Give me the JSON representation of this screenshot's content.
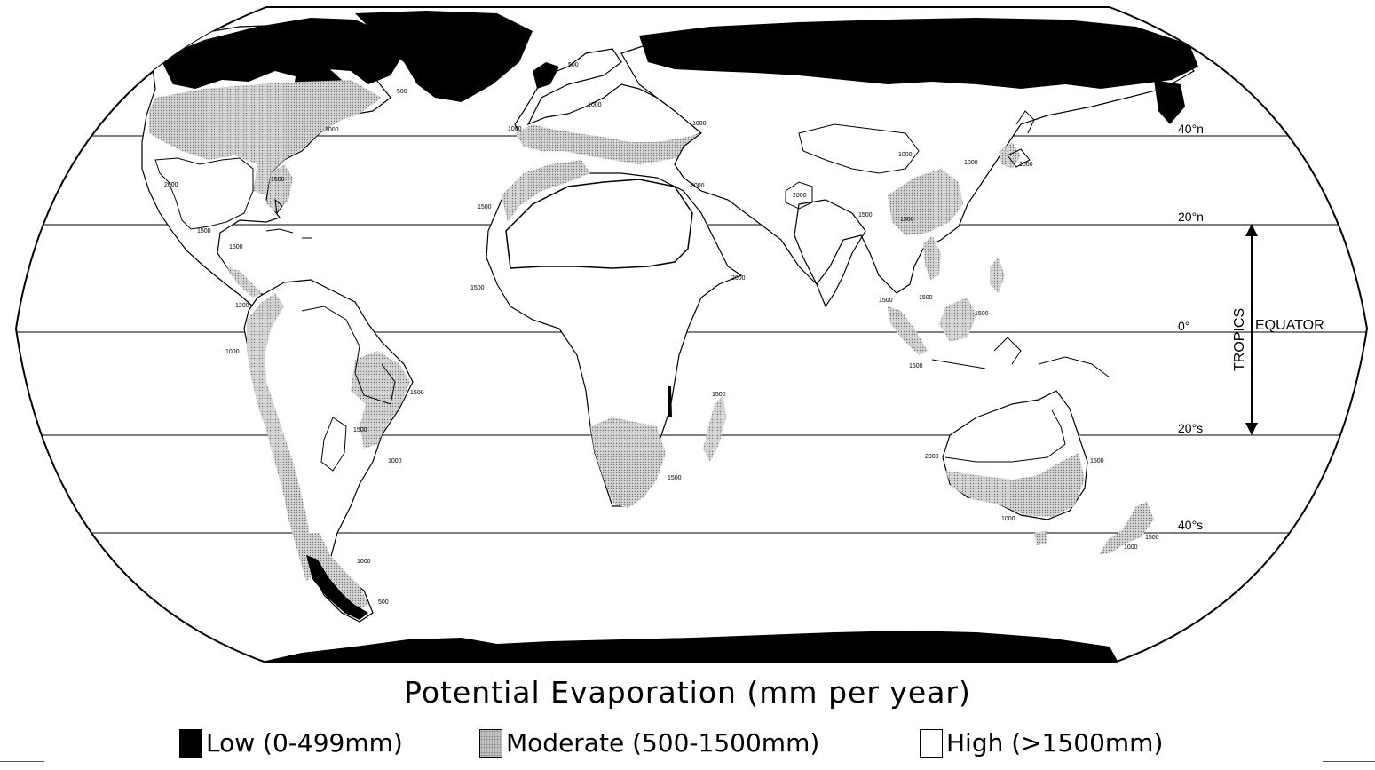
{
  "title": "Potential Evaporation (mm per year)",
  "latitude_labels": {
    "n40": "40°n",
    "n20": "20°n",
    "eq": "0°",
    "s20": "20°s",
    "s40": "40°s"
  },
  "equator_label": "EQUATOR",
  "tropics_label": "TROPICS",
  "contour_labels": {
    "na_500": "500",
    "na_1000_ne": "1000",
    "na_2000": "2000",
    "na_1500_se": "1500",
    "ca_1500_a": "1500",
    "ca_1500_b": "1500",
    "sa_1200": "1200",
    "sa_1000_w": "1000",
    "sa_1500_e": "1500",
    "sa_1500_c": "1500",
    "sa_1000_s": "1000",
    "sa_1000_p": "1000",
    "sa_500": "500",
    "eu_500": "500",
    "eu_1000_a": "1000",
    "eu_1000_b": "1000",
    "eu_1000_c": "1000",
    "af_1500_nw": "1500",
    "af_2000_n": "2000",
    "af_1500_w": "1500",
    "af_2000_e": "2000",
    "af_1500_mad": "1500",
    "af_1500_s": "1500",
    "as_2000_ind": "2000",
    "as_1000_c": "1000",
    "as_1000_ne": "1000",
    "as_1000_jp": "1000",
    "as_1500_a": "1500",
    "as_1500_b": "1500",
    "as_1500_sea_a": "1500",
    "as_1500_sea_b": "1500",
    "as_1500_phil": "1500",
    "as_1500_indo": "1500",
    "au_2000": "2000",
    "au_1500": "1500",
    "au_1000": "1000",
    "nz_1500": "1500",
    "nz_1000": "1000"
  },
  "legend": [
    {
      "key": "low",
      "label": "Low (0-499mm)",
      "fill": "#000000"
    },
    {
      "key": "moderate",
      "label": "Moderate (500-1500mm)",
      "fill": "#bdbdbd"
    },
    {
      "key": "high",
      "label": "High (>1500mm)",
      "fill": "#ffffff"
    }
  ]
}
